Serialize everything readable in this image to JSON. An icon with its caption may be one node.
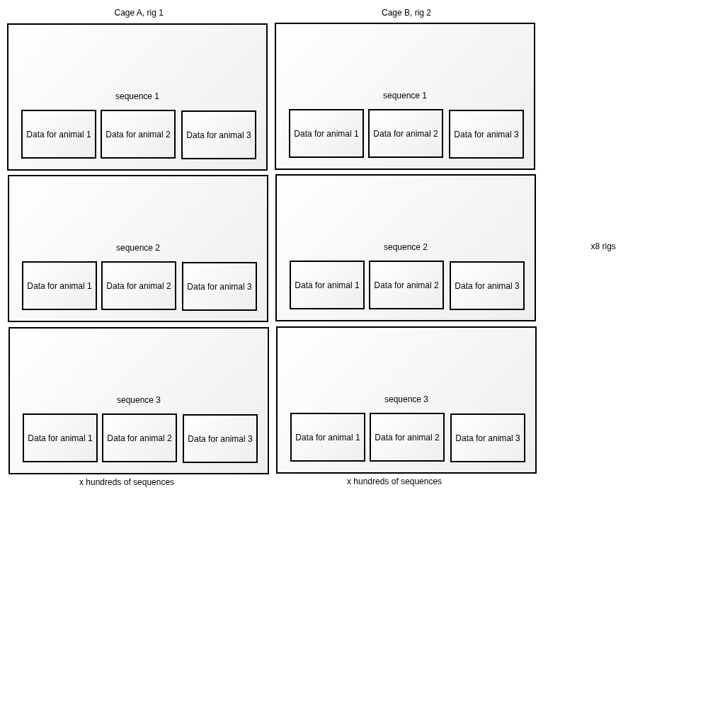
{
  "diagram": {
    "nodes": [
      {
        "text": [
          "sequence 1"
        ]
      },
      {
        "text": [
          "Data for animal 1"
        ],
        "in": 0
      },
      {
        "text": [
          "Data for animal 2"
        ],
        "in": 0
      },
      {
        "text": [
          "Data for animal 3"
        ],
        "in": 0
      },
      {
        "text": [
          "sequence 2"
        ]
      },
      {
        "text": [
          "Data for animal 1"
        ],
        "in": 4
      },
      {
        "text": [
          "Data for animal 2"
        ],
        "in": 4
      },
      {
        "text": [
          "Data for animal 3"
        ],
        "in": 4
      },
      {
        "text": [
          "sequence 3"
        ]
      },
      {
        "text": [
          "Data for animal 1"
        ],
        "in": 8
      },
      {
        "text": [
          "Data for animal 2"
        ],
        "in": 8
      },
      {
        "text": [
          "Data for animal 3"
        ],
        "in": 8
      },
      {
        "text": [
          "sequence 1"
        ]
      },
      {
        "text": [
          "Data for animal 1"
        ],
        "in": 12
      },
      {
        "text": [
          "Data for animal 2"
        ],
        "in": 12
      },
      {
        "text": [
          "Data for animal 3"
        ],
        "in": 12
      },
      {
        "text": [
          "sequence 2"
        ]
      },
      {
        "text": [
          "Data for animal 1"
        ],
        "in": 16
      },
      {
        "text": [
          "Data for animal 2"
        ],
        "in": 16
      },
      {
        "text": [
          "Data for animal 3"
        ],
        "in": 16
      },
      {
        "text": [
          "sequence 3"
        ]
      },
      {
        "text": [
          "Data for animal 1"
        ],
        "in": 20
      },
      {
        "text": [
          "Data for animal 2"
        ],
        "in": 20
      },
      {
        "text": [
          "Data for animal 3"
        ],
        "in": 20
      }
    ],
    "edges": [],
    "labels": [
      "Cage A, rig 1",
      "Cage B, rig 2",
      "x8 rigs",
      "x hundreds of sequences",
      "x hundreds of sequences"
    ]
  }
}
